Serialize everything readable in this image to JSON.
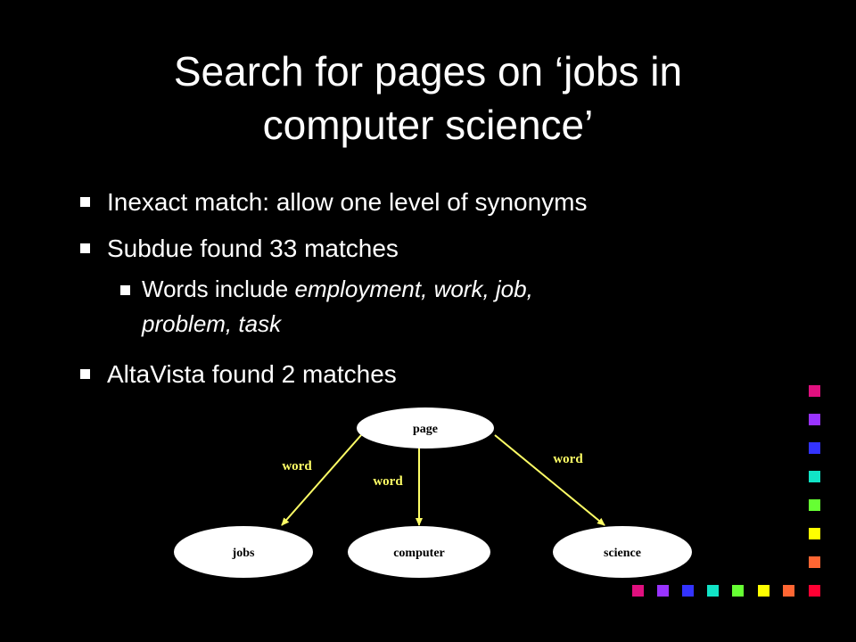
{
  "slide": {
    "title_line1": "Search for pages on ‘jobs in",
    "title_line2": "computer science’",
    "bullets": [
      {
        "text": "Inexact match:  allow one level of synonyms"
      },
      {
        "text": "Subdue found 33 matches"
      },
      {
        "pre": "Words include ",
        "em1": "employment, work, job,",
        "em2": "problem, task"
      },
      {
        "text": "AltaVista found 2 matches"
      }
    ]
  },
  "diagram": {
    "nodes": {
      "page": "page",
      "jobs": "jobs",
      "computer": "computer",
      "science": "science"
    },
    "edge_label": "word"
  },
  "colors": {
    "background": "#000000",
    "text": "#ffffff",
    "edge": "#ffff66",
    "node_fill": "#ffffff"
  },
  "decor_colors": [
    "#e0107f",
    "#9933ff",
    "#3333ff",
    "#11e3c6",
    "#66ff33",
    "#ffff00",
    "#ff6633",
    "#ff0033"
  ]
}
